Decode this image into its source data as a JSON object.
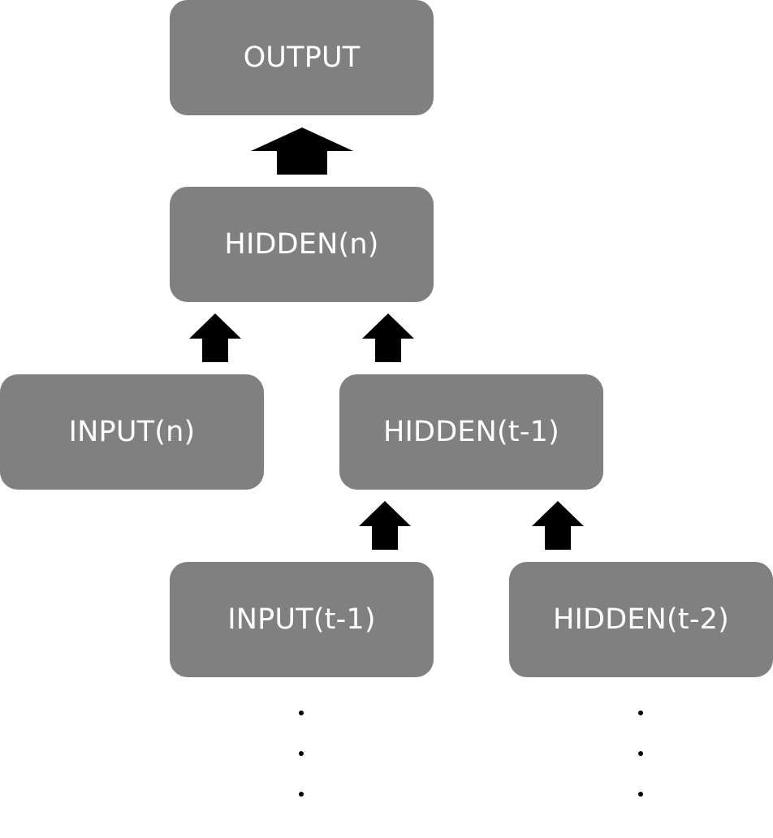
{
  "colors": {
    "node_fill": "#808080",
    "node_text": "#ffffff",
    "arrow": "#000000",
    "background": "#ffffff"
  },
  "nodes": {
    "output": {
      "label": "OUTPUT"
    },
    "hidden_n": {
      "label": "HIDDEN(n)"
    },
    "input_n": {
      "label": "INPUT(n)"
    },
    "hidden_t1": {
      "label": "HIDDEN(t-1)"
    },
    "input_t1": {
      "label": "INPUT(t-1)"
    },
    "hidden_t2": {
      "label": "HIDDEN(t-2)"
    }
  },
  "edges": [
    {
      "from": "hidden_n",
      "to": "output"
    },
    {
      "from": "input_n",
      "to": "hidden_n"
    },
    {
      "from": "hidden_t1",
      "to": "hidden_n"
    },
    {
      "from": "input_t1",
      "to": "hidden_t1"
    },
    {
      "from": "hidden_t2",
      "to": "hidden_t1"
    }
  ],
  "continuation_markers": [
    {
      "below": "input_t1",
      "icon": "ellipsis-vertical"
    },
    {
      "below": "hidden_t2",
      "icon": "ellipsis-vertical"
    }
  ]
}
